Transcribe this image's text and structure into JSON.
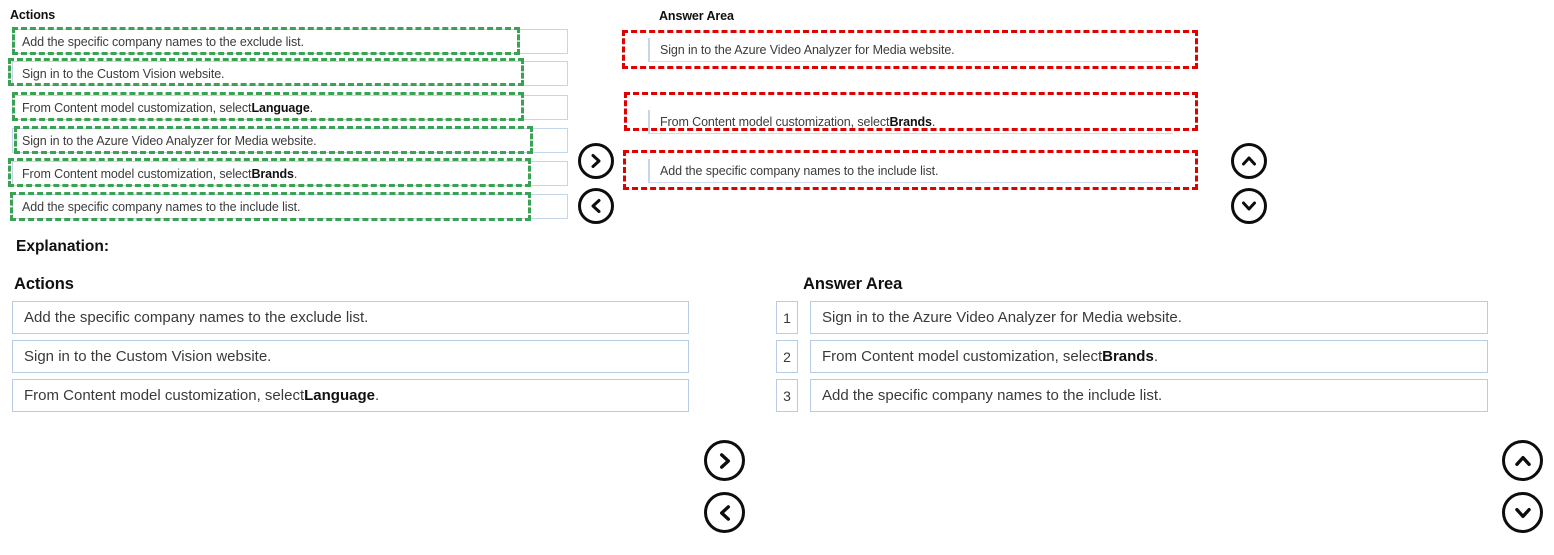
{
  "top": {
    "actions_label": "Actions",
    "answer_label": "Answer Area",
    "actions": [
      {
        "text": "Add the specific company names to the exclude list.",
        "bold": "",
        "tail": ""
      },
      {
        "text": "Sign in to the Custom Vision website.",
        "bold": "",
        "tail": ""
      },
      {
        "text": "From Content model customization, select ",
        "bold": "Language",
        "tail": "."
      },
      {
        "text": "Sign in to the Azure Video Analyzer for Media website.",
        "bold": "",
        "tail": ""
      },
      {
        "text": "From Content model customization, select ",
        "bold": "Brands",
        "tail": "."
      },
      {
        "text": "Add the specific company names to the include list.",
        "bold": "",
        "tail": ""
      }
    ],
    "answers": [
      {
        "text": "Sign in to the Azure Video Analyzer for Media website.",
        "bold": "",
        "tail": ""
      },
      {
        "text": "From Content model customization, select ",
        "bold": "Brands",
        "tail": "."
      },
      {
        "text": "Add the specific company names to the include list.",
        "bold": "",
        "tail": ""
      }
    ]
  },
  "explanation_label": "Explanation:",
  "bottom": {
    "actions_label": "Actions",
    "answer_label": "Answer Area",
    "actions": [
      {
        "text": "Add the specific company names to the exclude list.",
        "bold": "",
        "tail": ""
      },
      {
        "text": "Sign in to the Custom Vision website.",
        "bold": "",
        "tail": ""
      },
      {
        "text": "From Content model customization, select ",
        "bold": "Language",
        "tail": "."
      }
    ],
    "answers": [
      {
        "num": "1",
        "text": "Sign in to the Azure Video Analyzer for Media website.",
        "bold": "",
        "tail": ""
      },
      {
        "num": "2",
        "text": "From Content model customization, select ",
        "bold": "Brands",
        "tail": "."
      },
      {
        "num": "3",
        "text": "Add the specific company names to the include list.",
        "bold": "",
        "tail": ""
      }
    ]
  },
  "buttons": {
    "move_right": "move-right",
    "move_left": "move-left",
    "move_up": "move-up",
    "move_down": "move-down"
  },
  "colors": {
    "annotation_green": "#3aa253",
    "annotation_red": "#e00000",
    "chip_border": "#b9cce6",
    "text": "#3c3c3c"
  }
}
